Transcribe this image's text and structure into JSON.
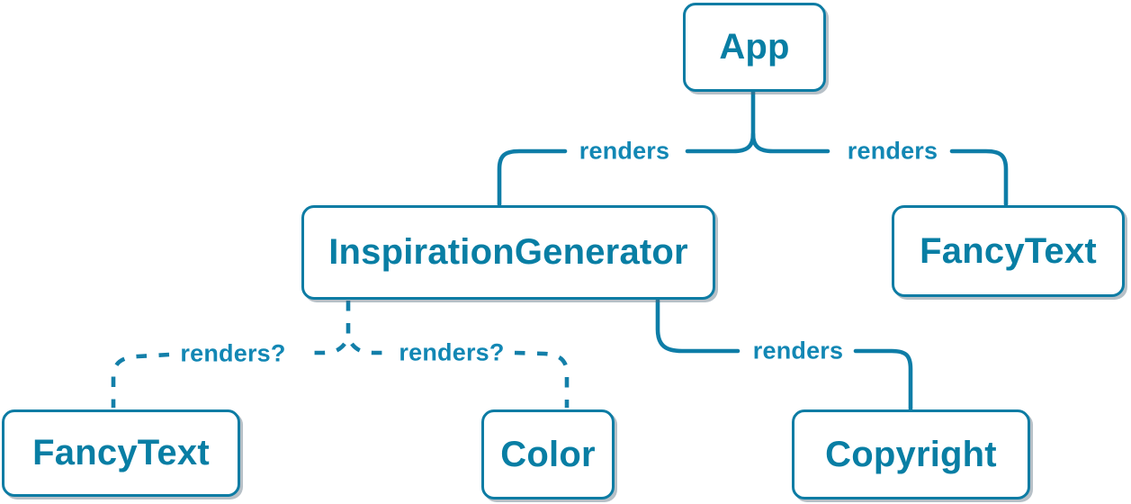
{
  "diagram": {
    "type": "component-render-tree",
    "colors": {
      "accent": "#087ea4",
      "node_border": "#0d7ca4",
      "edge_line": "#0e7da7",
      "edge_label": "#1287b4",
      "node_fill": "#ffffff"
    },
    "nodes": [
      {
        "id": "app",
        "label": "App"
      },
      {
        "id": "inspiration-generator",
        "label": "InspirationGenerator"
      },
      {
        "id": "fancy-text-top",
        "label": "FancyText"
      },
      {
        "id": "fancy-text-bottom",
        "label": "FancyText"
      },
      {
        "id": "color",
        "label": "Color"
      },
      {
        "id": "copyright",
        "label": "Copyright"
      }
    ],
    "edges": [
      {
        "from": "App",
        "to": "InspirationGenerator",
        "label": "renders",
        "style": "solid"
      },
      {
        "from": "App",
        "to": "FancyText",
        "label": "renders",
        "style": "solid"
      },
      {
        "from": "InspirationGenerator",
        "to": "FancyText",
        "label": "renders?",
        "style": "dashed"
      },
      {
        "from": "InspirationGenerator",
        "to": "Color",
        "label": "renders?",
        "style": "dashed"
      },
      {
        "from": "InspirationGenerator",
        "to": "Copyright",
        "label": "renders",
        "style": "solid"
      }
    ]
  }
}
